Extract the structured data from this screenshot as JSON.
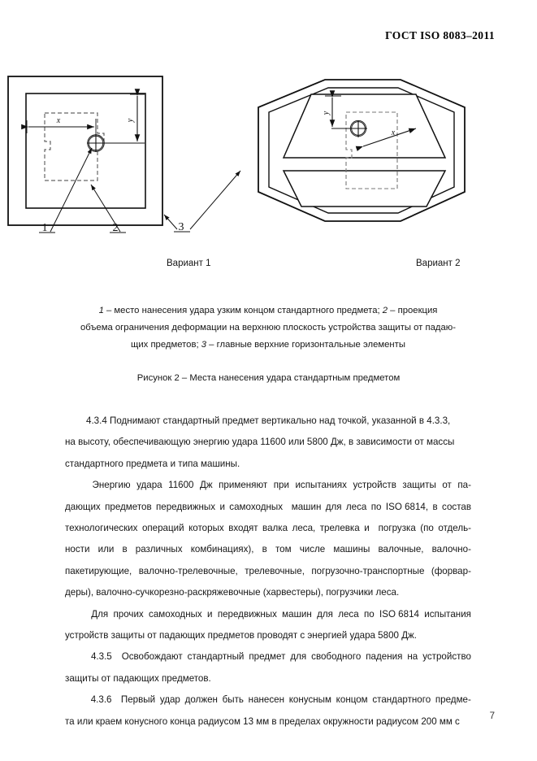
{
  "header": {
    "standard": "ГОСТ ISO 8083–2011"
  },
  "figure": {
    "variant_1_label": "Вариант 1",
    "variant_2_label": "Вариант 2",
    "callouts": [
      "1",
      "2",
      "3"
    ],
    "dimension_labels": {
      "x": "x",
      "y": "y"
    },
    "legend_lines": [
      "1 – место нанесения удара узким концом  стандартного предмета; 2 – проекция",
      "объема ограничения деформации на верхнюю плоскость устройства защиты от падаю-",
      "щих предметов; 3 – главные верхние горизонтальные элементы"
    ],
    "legend_parts": {
      "l1_a": "1",
      "l1_b": " – место нанесения удара узким концом  стандартного предмета; ",
      "l1_c": "2",
      "l1_d": " – проекция",
      "l2": "объема ограничения деформации на верхнюю плоскость устройства защиты от падаю-",
      "l3_a": "щих предметов; ",
      "l3_b": "3",
      "l3_c": " – главные верхние горизонтальные элементы"
    },
    "caption": "Рисунок 2 – Места нанесения удара стандартным предметом"
  },
  "body": {
    "p434": {
      "line1_left": "4.3.4 Поднимают стандартный предмет вертикально над точкой, указанной в 4.3.3,",
      "line2": "на высоту, обеспечивающую энергию удара 11600 или 5800 Дж, в зависимости от массы",
      "line3": "стандартного предмета и типа машины."
    },
    "p_energy": {
      "line1": [
        "Энергию",
        "удара",
        "11600",
        "Дж",
        "применяют",
        "при",
        "испытаниях",
        "устройств",
        "защиты",
        "от",
        "па-"
      ],
      "line2": [
        "дающих",
        "предметов",
        "передвижных",
        "и",
        "самоходных",
        "",
        "машин",
        "для",
        "леса",
        "по",
        "ISO 6814,",
        "в",
        "состав"
      ],
      "line3": [
        "технологических",
        "операций",
        "которых",
        "входят",
        "валка",
        "леса,",
        "трелевка",
        "и",
        "",
        "погрузка",
        "(по",
        "отдель-"
      ],
      "line4": [
        "ности",
        "или",
        "в",
        "различных",
        "комбинациях),",
        "в",
        "том",
        "числе",
        "машины",
        "валочные,",
        "валочно-"
      ],
      "line5": [
        "пакетирующие,",
        "валочно-трелевочные,",
        "трелевочные,",
        "погрузочно-транспортные",
        "(форвар-"
      ],
      "line6": "деры), валочно-сучкорезно-раскряжевочные (харвестеры), погрузчики леса."
    },
    "p_other": {
      "line1": [
        "Для",
        "прочих",
        "самоходных",
        "и",
        "передвижных",
        "машин",
        "для",
        "леса",
        "по",
        "ISO 6814",
        "испытания"
      ],
      "line2": "устройств защиты от падающих предметов проводят с энергией удара 5800 Дж."
    },
    "p435": {
      "line1": [
        "4.3.5",
        "",
        "Освобождают",
        "стандартный",
        "предмет",
        "для",
        "свободного",
        "падения",
        "на",
        "устройство"
      ],
      "line2": "защиты от падающих предметов."
    },
    "p436": {
      "line1": [
        "4.3.6",
        "",
        "Первый",
        "удар",
        "должен",
        "быть",
        "нанесен",
        "конусным",
        "концом",
        "стандартного",
        "предме-"
      ],
      "line2": "та или краем конусного конца радиусом 13 мм в пределах окружности радиусом 200 мм с"
    }
  },
  "footer": {
    "page_number": "7"
  }
}
